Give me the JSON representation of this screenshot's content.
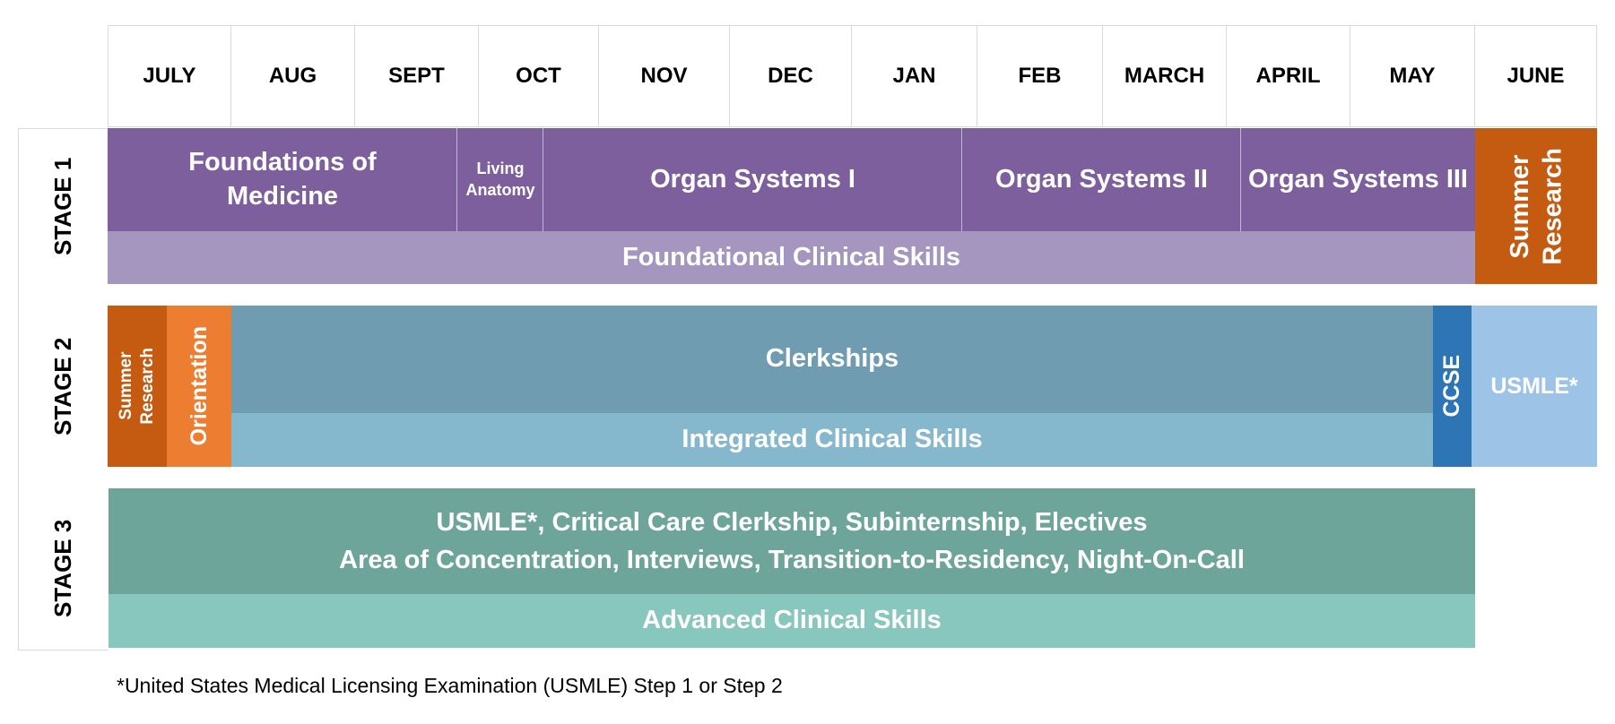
{
  "months": [
    "JULY",
    "AUG",
    "SEPT",
    "OCT",
    "NOV",
    "DEC",
    "JAN",
    "FEB",
    "MARCH",
    "APRIL",
    "MAY",
    "JUNE"
  ],
  "stages": {
    "stage1": "STAGE 1",
    "stage2": "STAGE 2",
    "stage3": "STAGE 3"
  },
  "stage1": {
    "foundations_line1": "Foundations of",
    "foundations_line2": "Medicine",
    "living_line1": "Living",
    "living_line2": "Anatomy",
    "organ1": "Organ Systems I",
    "organ2": "Organ Systems II",
    "organ3": "Organ Systems III",
    "clinical": "Foundational Clinical Skills",
    "summer_line1": "Summer",
    "summer_line2": "Research"
  },
  "stage2": {
    "summer_line1": "Summer",
    "summer_line2": "Research",
    "orientation": "Orientation",
    "clerkships": "Clerkships",
    "clinical": "Integrated Clinical Skills",
    "ccse": "CCSE",
    "usmle": "USMLE*"
  },
  "stage3": {
    "line1": "USMLE*, Critical Care Clerkship, Subinternship, Electives",
    "line2": "Area of Concentration, Interviews, Transition-to-Residency, Night-On-Call",
    "clinical": "Advanced Clinical Skills"
  },
  "footnote": "*United States Medical Licensing Examination (USMLE) Step 1 or Step 2",
  "colors": {
    "purple": "#7d5f9d",
    "lavender": "#a596bf",
    "dark_orange": "#c55a11",
    "orange": "#ed7d31",
    "steel_blue": "#6f9cb0",
    "light_steel": "#86b8cd",
    "ccse_blue": "#2e75b6",
    "light_blue": "#9dc3e6",
    "teal": "#6ea59a",
    "light_teal": "#88c7bd"
  }
}
